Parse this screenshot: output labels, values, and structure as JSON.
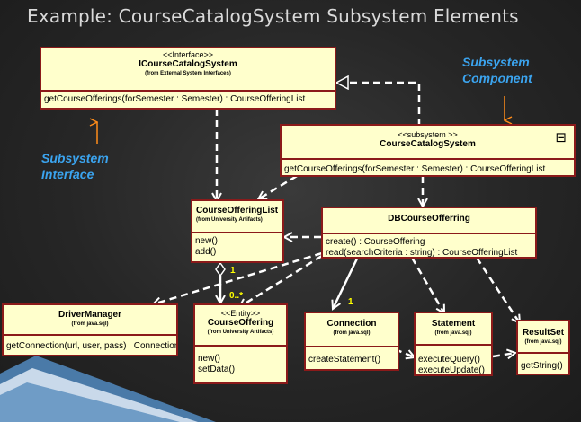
{
  "slide": {
    "title": "Example: CourseCatalogSystem Subsystem Elements"
  },
  "boxes": {
    "icourse": {
      "stereotype": "<<Interface>>",
      "name": "ICourseCatalogSystem",
      "source": "(from External System Interfaces)",
      "ops": [
        "getCourseOfferings(forSemester : Semester) : CourseOfferingList"
      ]
    },
    "subsystem": {
      "stereotype": "<<subsystem >>",
      "name": "CourseCatalogSystem",
      "ops": [
        "getCourseOfferings(forSemester : Semester) : CourseOfferingList"
      ]
    },
    "offeringlist": {
      "name": "CourseOfferingList",
      "source": "(from University Artifacts)",
      "ops": [
        "new()",
        "add()"
      ]
    },
    "dboffering": {
      "name": "DBCourseOfferring",
      "ops": [
        "create() : CourseOffering",
        "read(searchCriteria : string) : CourseOfferingList"
      ]
    },
    "drivermanager": {
      "name": "DriverManager",
      "source": "(from java.sql)",
      "ops": [
        "getConnection(url, user, pass) : Connection"
      ]
    },
    "courseoffering": {
      "stereotype": "<<Entity>>",
      "name": "CourseOffering",
      "source": "(from University Artifacts)",
      "ops": [
        "new()",
        "setData()"
      ]
    },
    "connection": {
      "name": "Connection",
      "source": "(from java.sql)",
      "ops": [
        "createStatement()"
      ]
    },
    "statement": {
      "name": "Statement",
      "source": "(from java.sql)",
      "ops": [
        "executeQuery()",
        "executeUpdate()"
      ]
    },
    "resultset": {
      "name": "ResultSet",
      "source": "(from java.sql)",
      "ops": [
        "getString()"
      ]
    }
  },
  "callouts": {
    "component": [
      "Subsystem",
      "Component"
    ],
    "interface": [
      "Subsystem",
      "Interface"
    ]
  },
  "multiplicity": {
    "agg_one": "1",
    "agg_many": "0..*",
    "conn_one": "1"
  },
  "icons": {
    "subsystem": "component-icon",
    "corner": "slide-corner-decoration"
  },
  "colors": {
    "box_fill": "#ffffcc",
    "box_border": "#8b1a1a",
    "callout": "#3ba4ef",
    "arrow": "#ff8c1a",
    "multiplicity": "#ffff00",
    "title": "#d9d9d9"
  }
}
